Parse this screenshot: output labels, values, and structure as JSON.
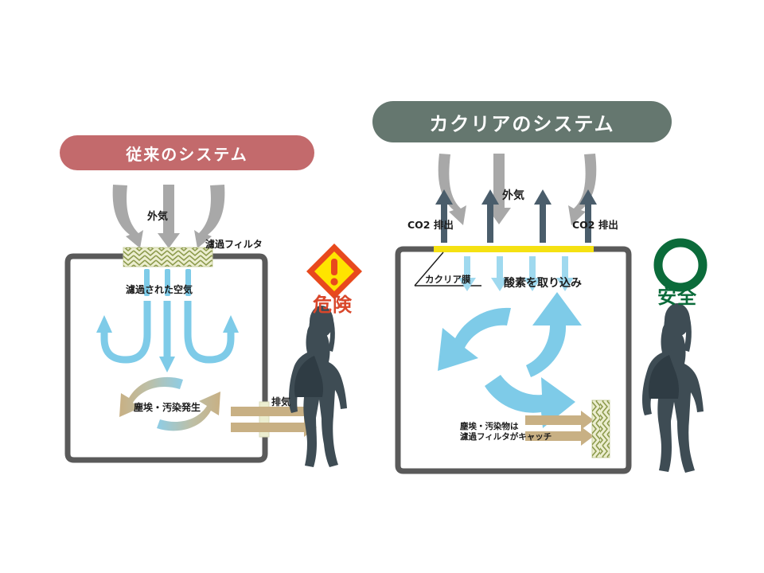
{
  "diagram": {
    "title_left": "従来のシステム",
    "title_right": "カクリアのシステム",
    "left": {
      "outside_air": "外気",
      "filter": "濾過フィルタ",
      "filtered_air": "濾過された空気",
      "dust_generation": "塵埃・汚染発生",
      "exhaust": "排気",
      "verdict": "危険",
      "verdict_icon": "warning-triangle-icon"
    },
    "right": {
      "outside_air": "外気",
      "co2_left": "CO2 排出",
      "co2_right": "CO2 排出",
      "membrane": "カクリア膜",
      "oxygen_intake": "酸素を取り込み",
      "dust_caught": "塵埃・汚染物は\n濾過フィルタがキャッチ",
      "dust_caught_line1": "塵埃・汚染物は",
      "dust_caught_line2": "濾過フィルタがキャッチ",
      "verdict": "安全",
      "verdict_icon": "green-circle-icon"
    }
  },
  "colors": {
    "pill_legacy_bg": "#c36a6c",
    "pill_kakuria_bg": "#65776f",
    "room_wall": "#5a5a5a",
    "gray_arrow": "#a8a8a8",
    "blue_arrow": "#7ecbe8",
    "dark_blue_arrow": "#4a5d6b",
    "tan_arrow": "#c8b084",
    "membrane_yellow": "#f5e112",
    "filter_fill": "#eceed0",
    "filter_zigzag": "#8c9a4c",
    "danger_red": "#d9472b",
    "warning_yellow": "#ffe400",
    "warning_orange": "#e8491d",
    "safe_green": "#0b6b3a",
    "silhouette": "#3e4c54",
    "text": "#1b1b1b"
  }
}
